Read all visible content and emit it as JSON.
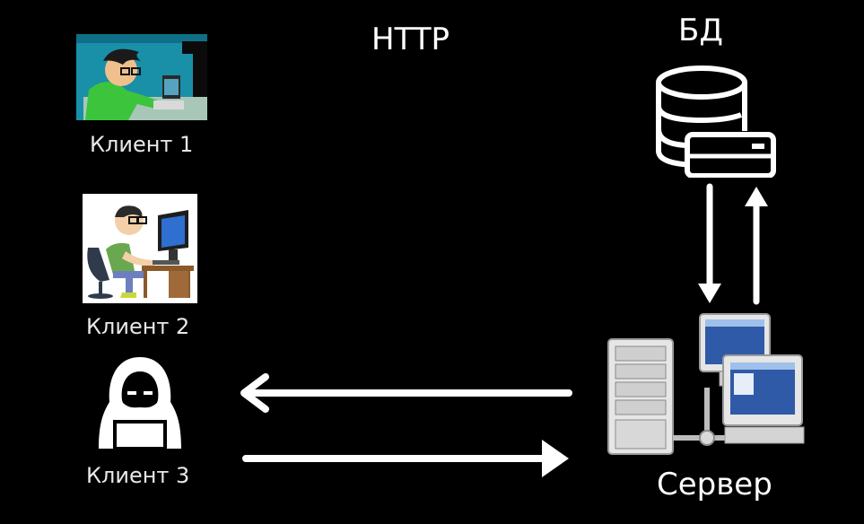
{
  "protocol": "HTTP",
  "database": {
    "label": "БД"
  },
  "server": {
    "label": "Сервер"
  },
  "clients": [
    {
      "label": "Клиент 1"
    },
    {
      "label": "Клиент 2"
    },
    {
      "label": "Клиент 3"
    }
  ],
  "colors": {
    "background": "#000000",
    "foreground": "#ffffff",
    "client1_bg": "#1a8fa8",
    "monitor_screen": "#2f5aa8",
    "server_case": "#dcdcdc"
  },
  "icons": {
    "client1": "programmer-illustration-icon",
    "client2": "person-at-computer-icon",
    "client3": "hooded-hacker-icon",
    "database": "database-server-icon",
    "server": "server-workstations-icon"
  }
}
